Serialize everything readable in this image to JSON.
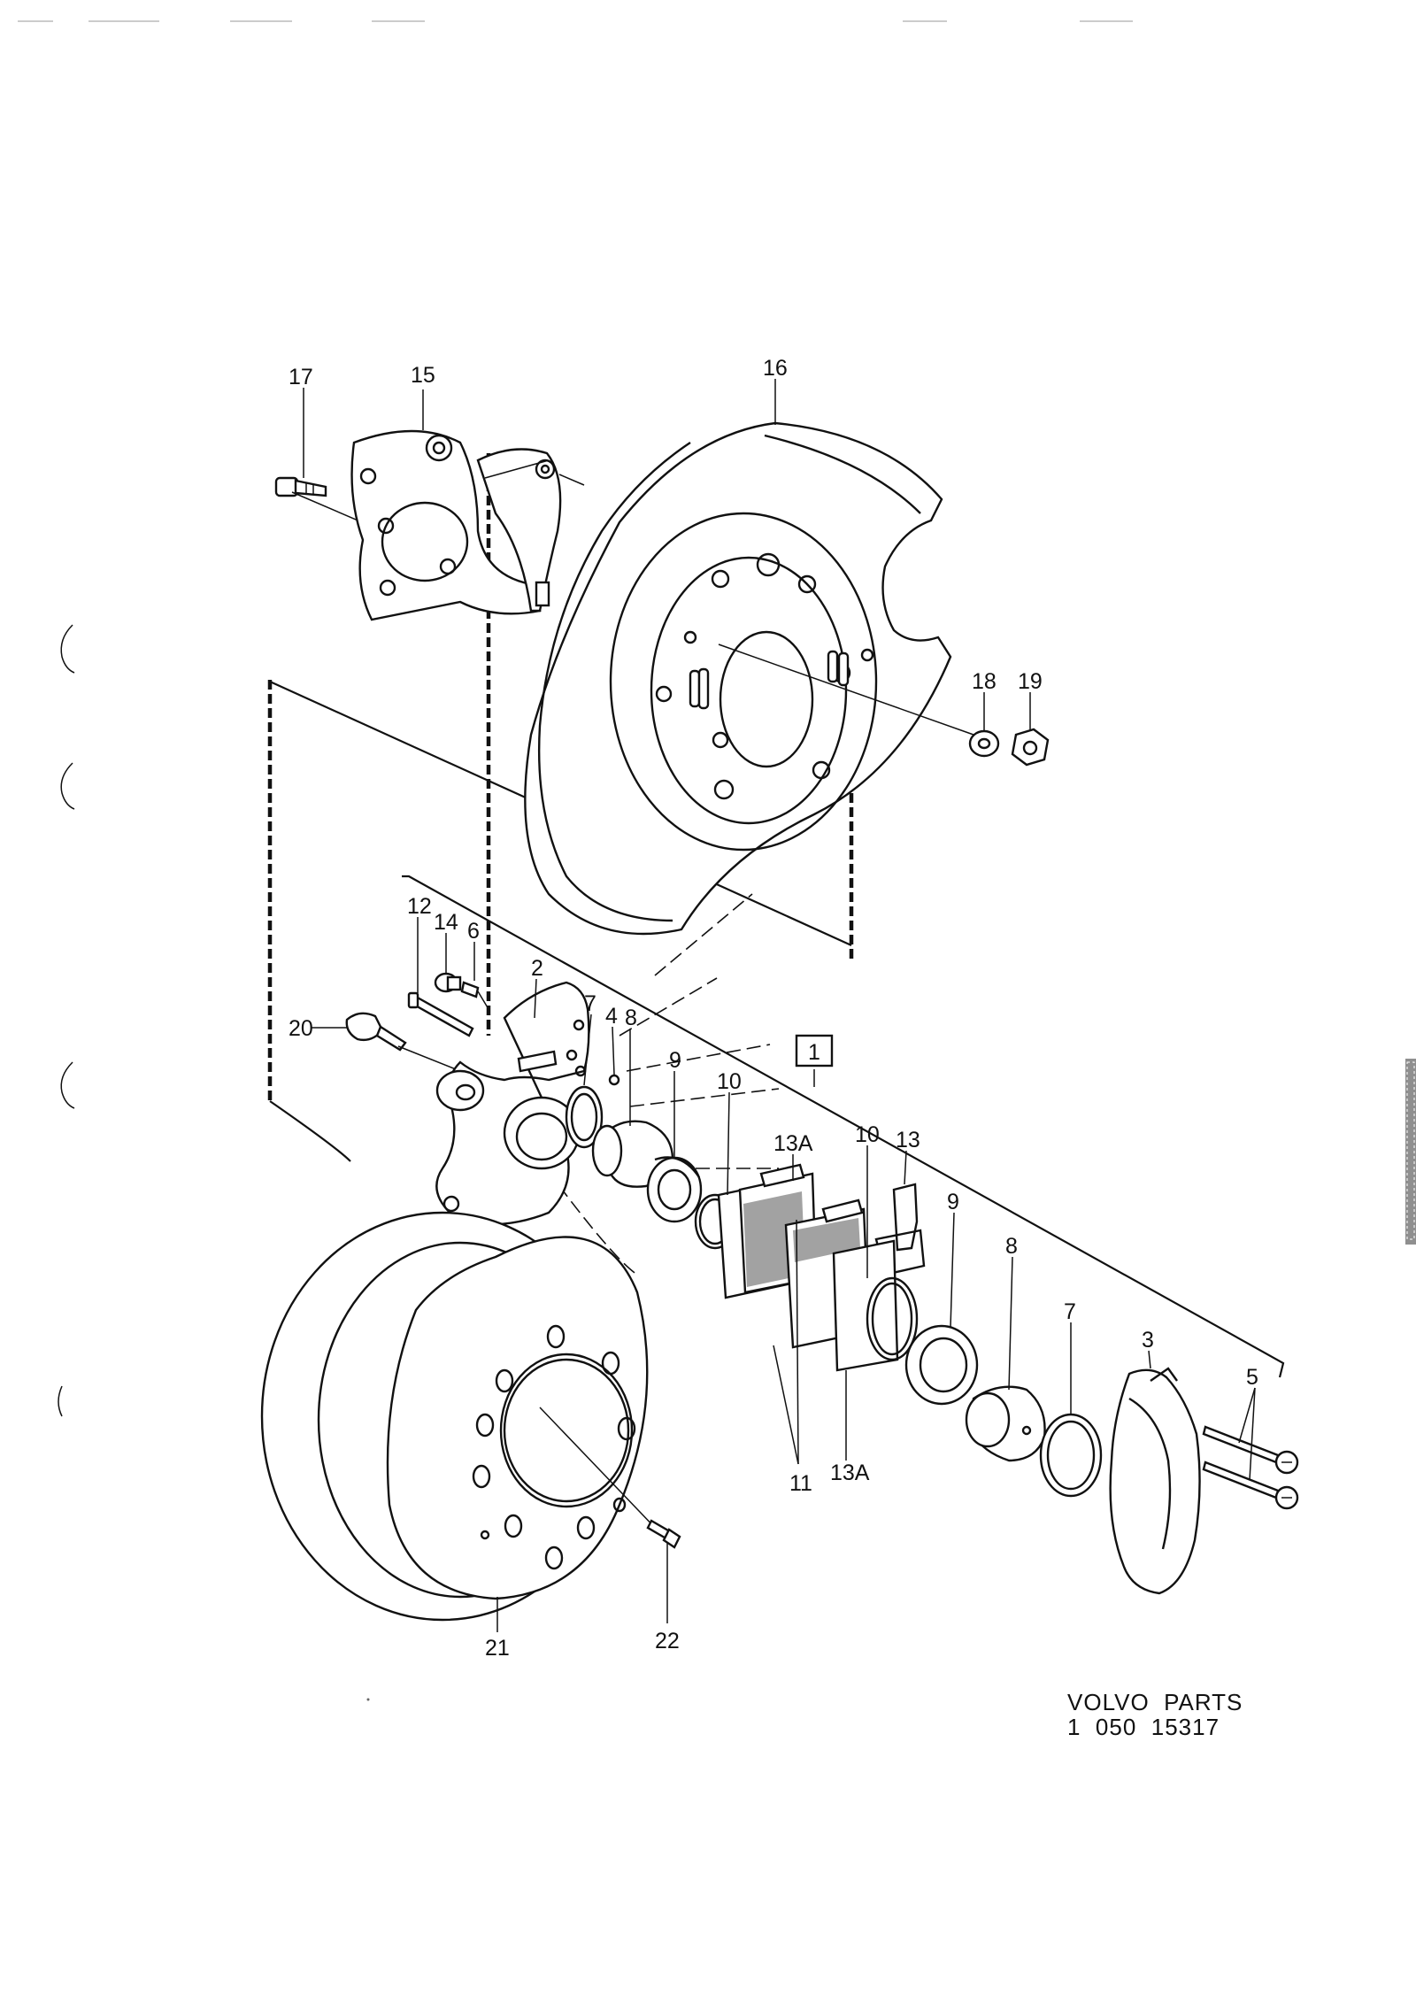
{
  "parts_labels": {
    "p17": "17",
    "p15": "15",
    "p16": "16",
    "p18": "18",
    "p19": "19",
    "p12": "12",
    "p14": "14",
    "p6": "6",
    "p2": "2",
    "p7a": "7",
    "p4": "4",
    "p8a": "8",
    "p9a": "9",
    "p10a": "10",
    "p1": "1",
    "p20": "20",
    "p13A_top": "13A",
    "p10b": "10",
    "p13": "13",
    "p9b": "9",
    "p8b": "8",
    "p7b": "7",
    "p3": "3",
    "p5": "5",
    "p11": "11",
    "p13A_bottom": "13A",
    "p21": "21",
    "p22": "22"
  },
  "footer": {
    "brand": "VOLVO  PARTS",
    "code": "1  050  15317"
  }
}
